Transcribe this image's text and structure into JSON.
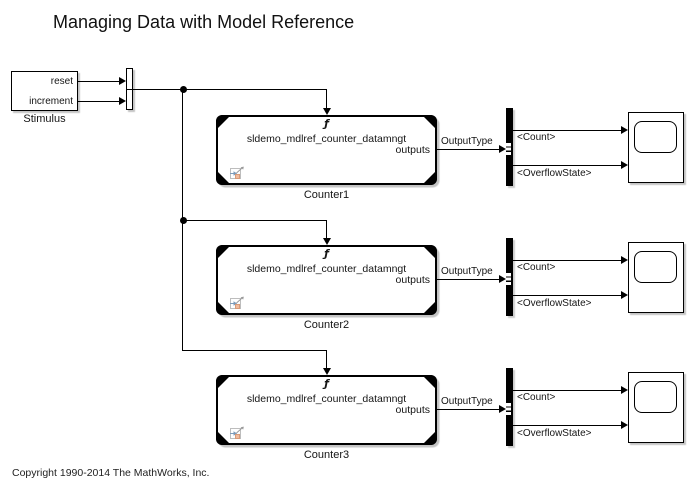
{
  "title": "Managing Data with Model Reference",
  "copyright": "Copyright 1990-2014 The MathWorks, Inc.",
  "trigger_glyph": "ƒ",
  "stimulus": {
    "label": "Stimulus",
    "ports": {
      "reset": "reset",
      "increment": "increment"
    }
  },
  "counters": [
    {
      "label": "Counter1",
      "name": "sldemo_mdlref_counter_datamngt",
      "out_port": "outputs",
      "out_signal": "OutputType",
      "signals": {
        "count": "<Count>",
        "overflow": "<OverflowState>"
      }
    },
    {
      "label": "Counter2",
      "name": "sldemo_mdlref_counter_datamngt",
      "out_port": "outputs",
      "out_signal": "OutputType",
      "signals": {
        "count": "<Count>",
        "overflow": "<OverflowState>"
      }
    },
    {
      "label": "Counter3",
      "name": "sldemo_mdlref_counter_datamngt",
      "out_port": "outputs",
      "out_signal": "OutputType",
      "signals": {
        "count": "<Count>",
        "overflow": "<OverflowState>"
      }
    }
  ],
  "colors": {
    "wire": "#000000",
    "block_fill": "#ffffff",
    "shadow": "#c4c4c4",
    "badge_blue": "#7d9cba",
    "badge_orange": "#f2bb9d"
  }
}
